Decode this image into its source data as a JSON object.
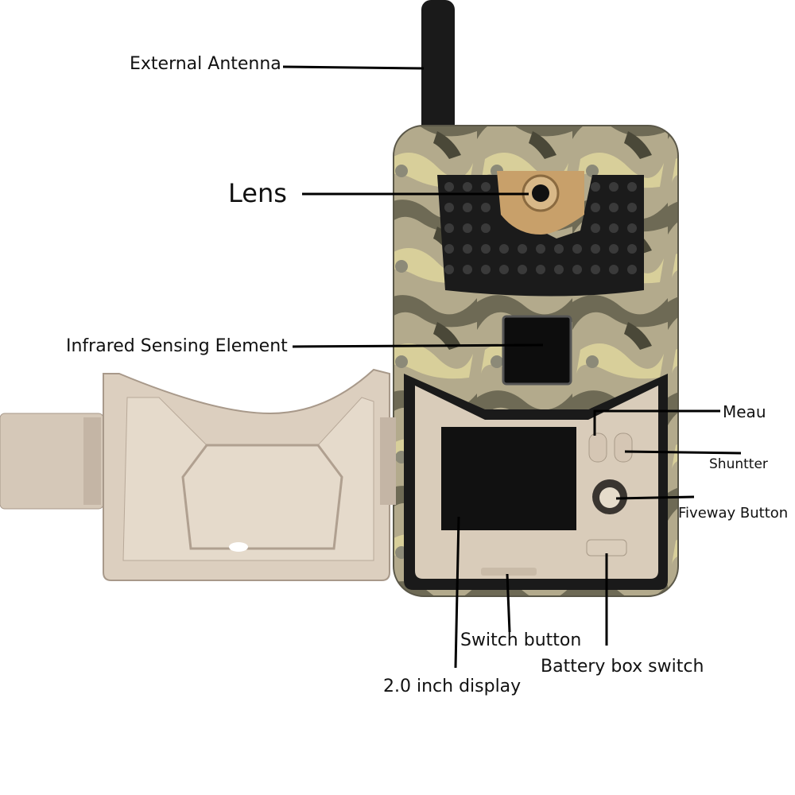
{
  "labels": {
    "antenna": "External Antenna",
    "lens": "Lens",
    "infrared": "Infrared Sensing Element",
    "menu": "Meau",
    "shutter": "Shuntter",
    "fiveway": "Fiveway Button",
    "switch": "Switch button",
    "battery": "Battery box switch",
    "display": "2.0 inch display"
  },
  "colors": {
    "camo_base": "#b5ab8a",
    "panel": "#d9ccba",
    "door": "#d8cbbb",
    "screen": "#111111",
    "leader": "#000000"
  }
}
